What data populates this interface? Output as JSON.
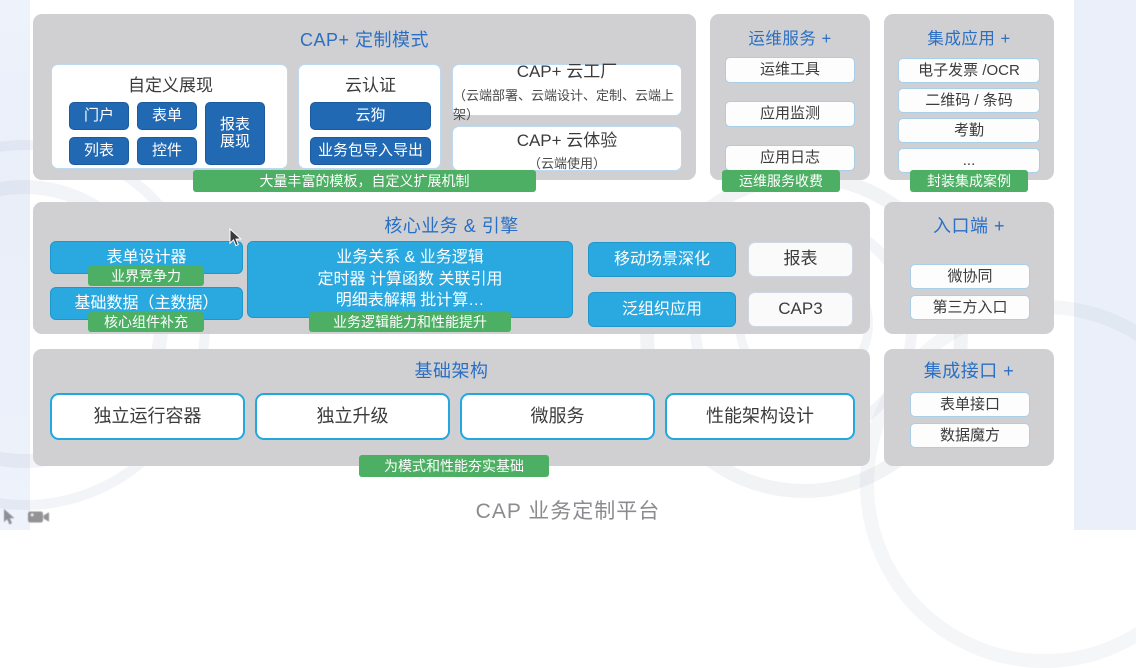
{
  "footer": {
    "title": "CAP 业务定制平台"
  },
  "groups": {
    "cap_plus": {
      "title": "CAP+ 定制模式",
      "badge": "大量丰富的模板，自定义扩展机制",
      "cards": [
        {
          "title": "自定义展现",
          "chips": [
            "门户",
            "表单",
            "报表\n展现",
            "列表",
            "控件"
          ],
          "chip_reports_line1": "报表",
          "chip_reports_line2": "展现"
        },
        {
          "title": "云认证",
          "chips": [
            "云狗",
            "业务包导入导出"
          ]
        }
      ],
      "right_cards": [
        {
          "title": "CAP+ 云工厂",
          "sub": "（云端部署、云端设计、定制、云端上架）"
        },
        {
          "title": "CAP+ 云体验",
          "sub": "（云端使用）"
        }
      ]
    },
    "ops_service": {
      "title": "运维服务 +",
      "items": [
        "运维工具",
        "应用监测",
        "应用日志"
      ],
      "badge": "运维服务收费"
    },
    "integrated_app": {
      "title": "集成应用 +",
      "items": [
        "电子发票 /OCR",
        "二维码 / 条码",
        "考勤",
        "..."
      ],
      "badge": "封装集成案例"
    },
    "core_business": {
      "title": "核心业务 & 引擎",
      "left_items": [
        {
          "label": "表单设计器",
          "badge": "业界竞争力"
        },
        {
          "label": "基础数据（主数据）",
          "badge": "核心组件补充"
        }
      ],
      "center": {
        "lines": [
          "业务关系 & 业务逻辑",
          "定时器 计算函数 关联引用",
          "明细表解耦 批计算…"
        ],
        "badge": "业务逻辑能力和性能提升"
      },
      "right_cyan": [
        "移动场景深化",
        "泛组织应用"
      ],
      "right_ghost": [
        "报表",
        "CAP3"
      ]
    },
    "entry_side": {
      "title": "入口端 +",
      "items": [
        "微协同",
        "第三方入口"
      ]
    },
    "infrastructure": {
      "title": "基础架构",
      "items": [
        "独立运行容器",
        "独立升级",
        "微服务",
        "性能架构设计"
      ],
      "badge": "为模式和性能夯实基础"
    },
    "integration_api": {
      "title": "集成接口 +",
      "items": [
        "表单接口",
        "数据魔方"
      ]
    }
  },
  "colors": {
    "accent_blue": "#2a6fc4",
    "chip_blue": "#2269b3",
    "chip_cyan": "#29a9e0",
    "badge_green": "#4caf63",
    "panel_grey": "#d0d0d2",
    "footer_grey": "#8b8b90"
  },
  "overlay": {
    "icons": [
      "cursor-icon",
      "video-camera-icon"
    ]
  }
}
